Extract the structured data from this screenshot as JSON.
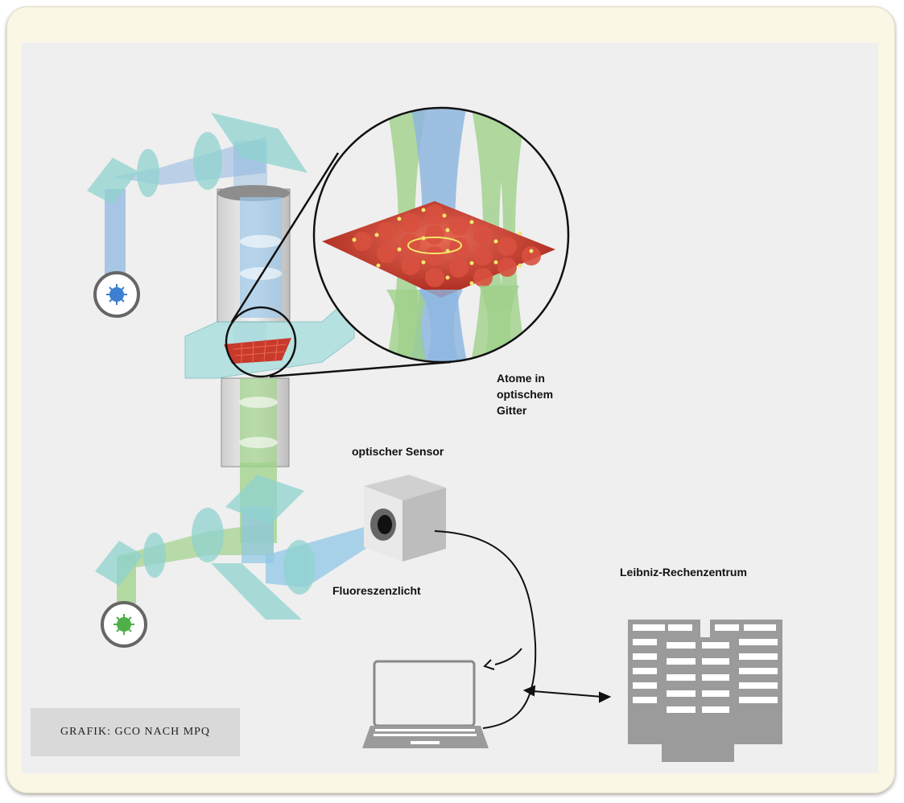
{
  "labels": {
    "atoms": [
      "Atome in",
      "optischem",
      "Gitter"
    ],
    "sensor": "optischer Sensor",
    "fluorescence": "Fluoreszenzlicht",
    "computing_center": "Leibniz-Rechenzentrum"
  },
  "credit": "GRAFIK: GCO NACH MPQ",
  "colors": {
    "panel_bg": "#efefef",
    "frame_bg": "#fbf7e6",
    "blue_beam": "#8fb7e0",
    "green_beam": "#9fd18a",
    "cyan_optics": "#8fd3cf",
    "lattice_red": "#c83a2c",
    "atom_yellow": "#f2e86a",
    "server_gray": "#9b9b9b"
  }
}
